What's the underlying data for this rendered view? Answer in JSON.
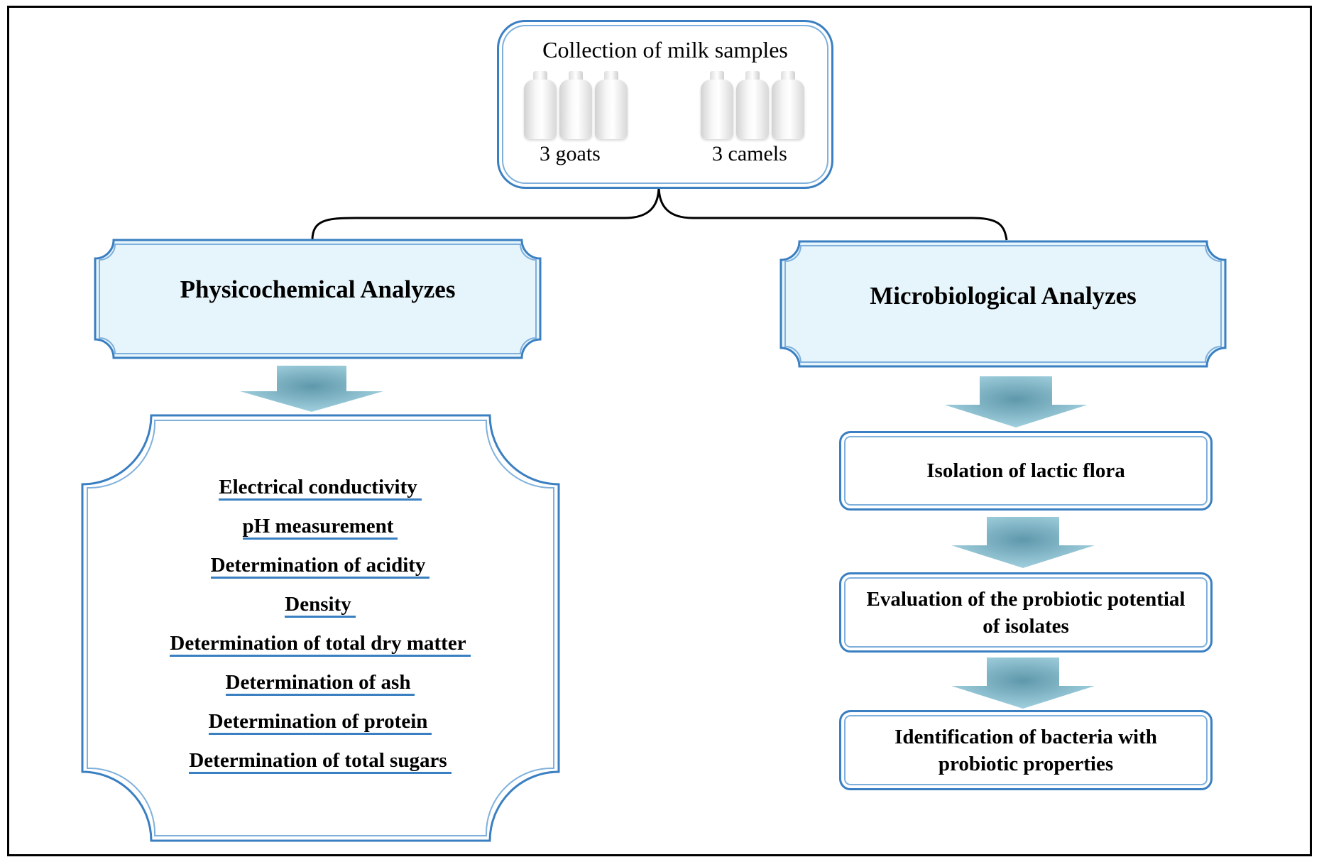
{
  "collection": {
    "title": "Collection of milk samples",
    "goats_label": "3 goats",
    "camels_label": "3 camels"
  },
  "branches": {
    "left_title": "Physicochemical Analyzes",
    "right_title": "Microbiological Analyzes"
  },
  "physicochemical_methods": [
    "Electrical conductivity",
    "pH measurement",
    "Determination of acidity",
    "Density",
    "Determination of total dry matter",
    "Determination of ash",
    "Determination of protein",
    "Determination of total sugars"
  ],
  "microbiological_steps": [
    "Isolation of lactic flora",
    "Evaluation of the probiotic potential of isolates",
    "Identification of bacteria with probiotic properties"
  ],
  "colors": {
    "border_blue": "#3a7fc1",
    "heading_fill": "#e6f5fb",
    "arrow_center": "#5f98ab",
    "arrow_edge": "#a7d5e3"
  }
}
